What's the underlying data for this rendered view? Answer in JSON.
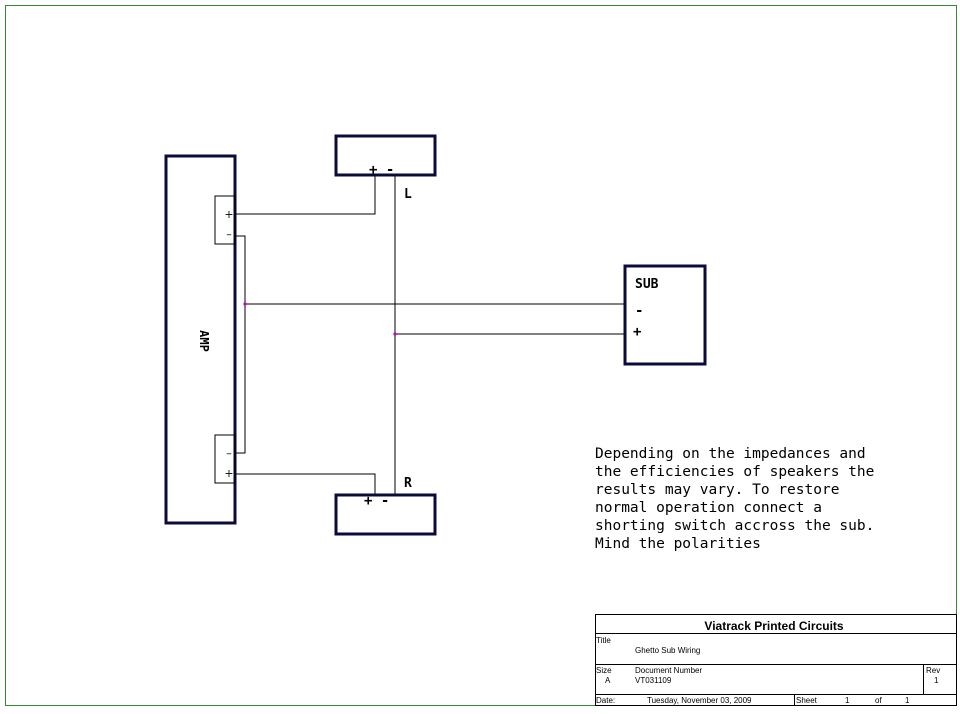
{
  "colors": {
    "border": "#2e8b2e",
    "box_stroke": "#0b0b3b",
    "wire": "#000000",
    "junction": "#c000c0"
  },
  "amp": {
    "label": "AMP",
    "top_terminal": [
      "+",
      "–"
    ],
    "bottom_terminal": [
      "–",
      "+"
    ]
  },
  "speaker_left": {
    "polarity": "+ -",
    "channel": "L"
  },
  "speaker_right": {
    "polarity": "+ -",
    "channel": "R"
  },
  "sub": {
    "label": "SUB",
    "minus": "-",
    "plus": "+"
  },
  "note": [
    "Depending on the impedances and",
    "the efficiencies of speakers the",
    "results may vary.  To restore",
    "normal operation connect a",
    "shorting switch accross the sub.",
    "Mind the polarities"
  ],
  "title_block": {
    "company": "Viatrack Printed Circuits",
    "title_label": "Title",
    "title": "Ghetto Sub Wiring",
    "size_label": "Size",
    "size": "A",
    "doc_label": "Document Number",
    "doc_number": "VT031109",
    "rev_label": "Rev",
    "rev": "1",
    "date_label": "Date:",
    "date": "Tuesday, November 03, 2009",
    "sheet_label": "Sheet",
    "sheet": "1",
    "of_label": "of",
    "sheet_total": "1"
  }
}
